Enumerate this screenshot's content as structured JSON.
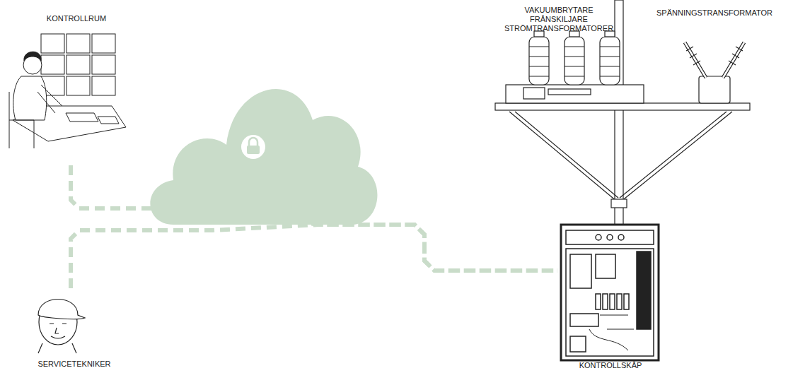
{
  "diagram": {
    "nodes": [
      {
        "text": [
          "KONTROLLRUM"
        ]
      },
      {
        "text": [
          "SERVICETEKNIKER"
        ]
      },
      {
        "text": [
          "KONTROLLSKÅP"
        ]
      }
    ],
    "edges": [
      {
        "from": 0,
        "to": 2,
        "arrow": "none"
      },
      {
        "from": 1,
        "to": 2,
        "arrow": "none"
      }
    ],
    "labels": [
      "VAKUUMBRYTARE FRÅNSKILJARE STRÖMTRANSFORMATORER",
      "SPÄNNINGSTRANSFORMATOR"
    ]
  }
}
